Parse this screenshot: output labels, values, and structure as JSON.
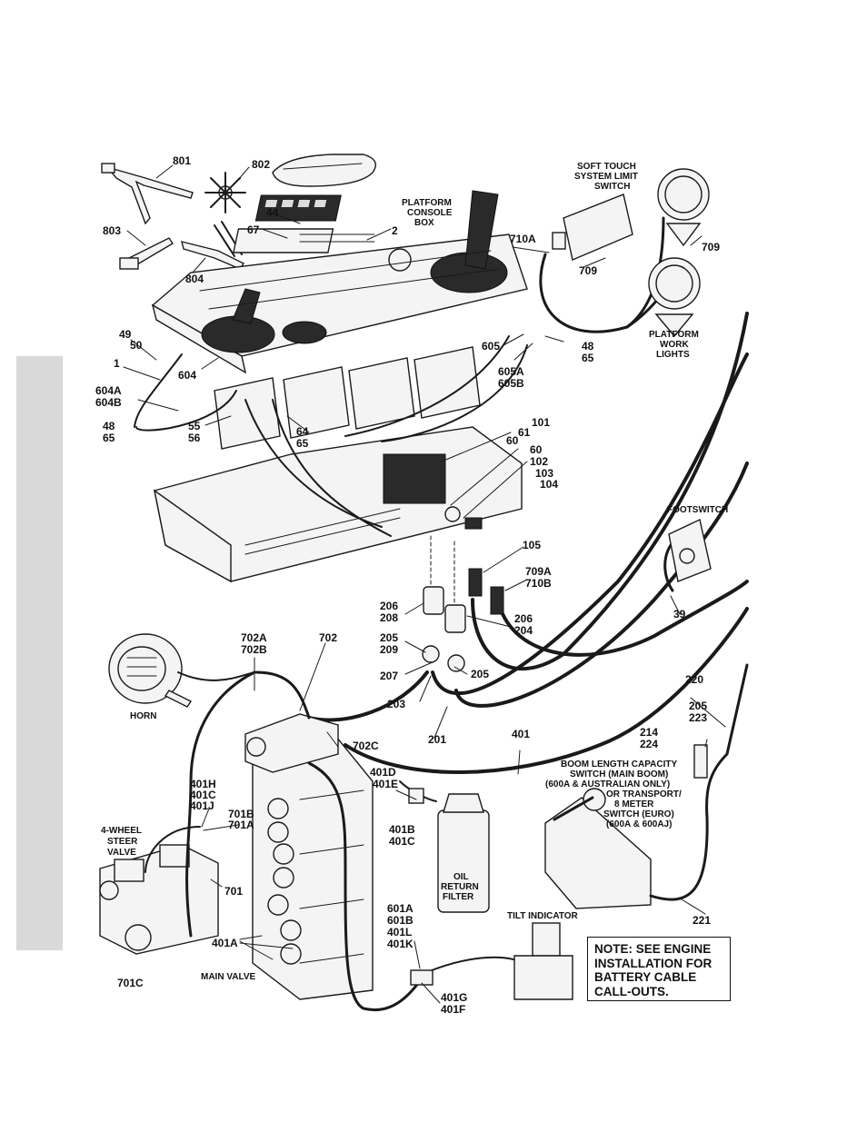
{
  "labels": {
    "l801": "801",
    "l802": "802",
    "l803": "803",
    "l804": "804",
    "l44": "44",
    "l67": "67",
    "l2": "2",
    "platform_console_1": "PLATFORM",
    "platform_console_2": "CONSOLE",
    "platform_console_3": "BOX",
    "soft_touch_1": "SOFT TOUCH",
    "soft_touch_2": "SYSTEM LIMIT",
    "soft_touch_3": "SWITCH",
    "l710a": "710A",
    "l709a_top": "709",
    "l709b_top": "709",
    "platform_work_1": "PLATFORM",
    "platform_work_2": "WORK",
    "platform_work_3": "LIGHTS",
    "l49": "49",
    "l50": "50",
    "l1": "1",
    "l604a": "604A",
    "l604b": "604B",
    "l48a": "48",
    "l65a": "65",
    "l604": "604",
    "l605": "605",
    "l48b": "48",
    "l65b": "65",
    "l605a": "605A",
    "l605b": "605B",
    "l55": "55",
    "l56": "56",
    "l64": "64",
    "l65c": "65",
    "l101": "101",
    "l61": "61",
    "l60a": "60",
    "l60b": "60",
    "l102": "102",
    "l103": "103",
    "l104": "104",
    "footswitch": "FOOTSWITCH",
    "l105": "105",
    "l709a": "709A",
    "l710b": "710B",
    "l206a": "206",
    "l208": "208",
    "l206b": "206",
    "l204": "204",
    "l205a": "205",
    "l209": "209",
    "l207": "207",
    "l205b": "205",
    "l39": "39",
    "l702a": "702A",
    "l702b": "702B",
    "l702": "702",
    "horn": "HORN",
    "l203": "203",
    "l201": "201",
    "l220": "220",
    "l205c": "205",
    "l223": "223",
    "l702c": "702C",
    "l401": "401",
    "l214": "214",
    "l224": "224",
    "boom_1": "BOOM LENGTH CAPACITY",
    "boom_2": "SWITCH (MAIN BOOM)",
    "boom_3": "(600A & AUSTRALIAN ONLY)",
    "boom_4": "OR TRANSPORT/",
    "boom_5": "8 METER",
    "boom_6": "SWITCH (EURO)",
    "boom_7": "(600A & 600AJ)",
    "l401d": "401D",
    "l401e": "401E",
    "l401h": "401H",
    "l401c": "401C",
    "l401j": "401J",
    "l701b": "701B",
    "l701a": "701A",
    "steer_1": "4-WHEEL",
    "steer_2": "STEER",
    "steer_3": "VALVE",
    "l401b": "401B",
    "l401c2": "401C",
    "oil_1": "OIL",
    "oil_2": "RETURN",
    "oil_3": "FILTER",
    "l701": "701",
    "l601a": "601A",
    "l601b": "601B",
    "l401l": "401L",
    "l401k": "401K",
    "tilt": "TILT INDICATOR",
    "l221": "221",
    "l401a": "401A",
    "main_valve": "MAIN VALVE",
    "l701c": "701C",
    "l401g": "401G",
    "l401f": "401F"
  },
  "note": {
    "line1": "NOTE: SEE ENGINE",
    "line2": "INSTALLATION FOR",
    "line3": "BATTERY CABLE",
    "line4": "CALL-OUTS."
  }
}
